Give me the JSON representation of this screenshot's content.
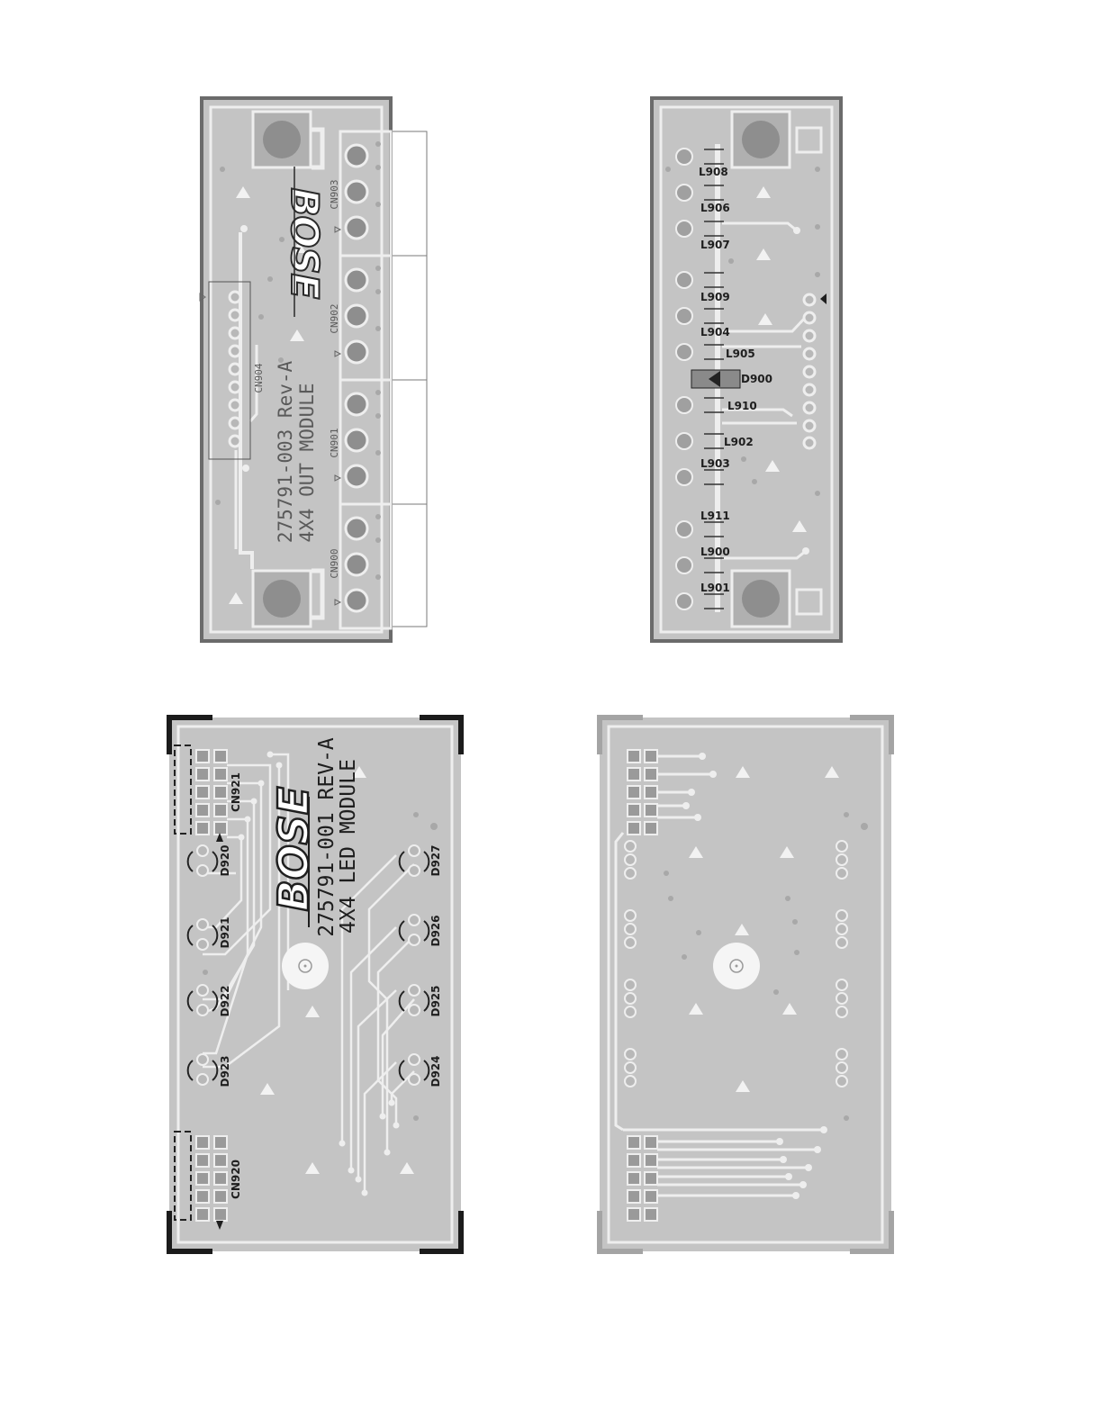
{
  "out_module": {
    "brand": "BOSE",
    "part_number": "275791-003 Rev-A",
    "module_name": "4X4 OUT MODULE",
    "connectors": [
      "CN903",
      "CN902",
      "CN901",
      "CN900",
      "CN904"
    ]
  },
  "out_module_back": {
    "components": [
      "L908",
      "L906",
      "L907",
      "L909",
      "L904",
      "L905",
      "D900",
      "L910",
      "L902",
      "L903",
      "L911",
      "L900",
      "L901"
    ]
  },
  "led_module": {
    "brand": "BOSE",
    "part_number": "275791-001 REV-A",
    "module_name": "4X4 LED MODULE",
    "connectors": [
      "CN921",
      "CN920"
    ],
    "leds": [
      "D920",
      "D921",
      "D922",
      "D923",
      "D927",
      "D926",
      "D925",
      "D924"
    ]
  },
  "colors": {
    "board": "#c4c4c4",
    "trace": "#eeeeee",
    "pad": "#8e8e8e",
    "silkscreen": "#5a5a5a",
    "frame": "#1b1b1b",
    "frame_back": "#a4a4a4"
  }
}
